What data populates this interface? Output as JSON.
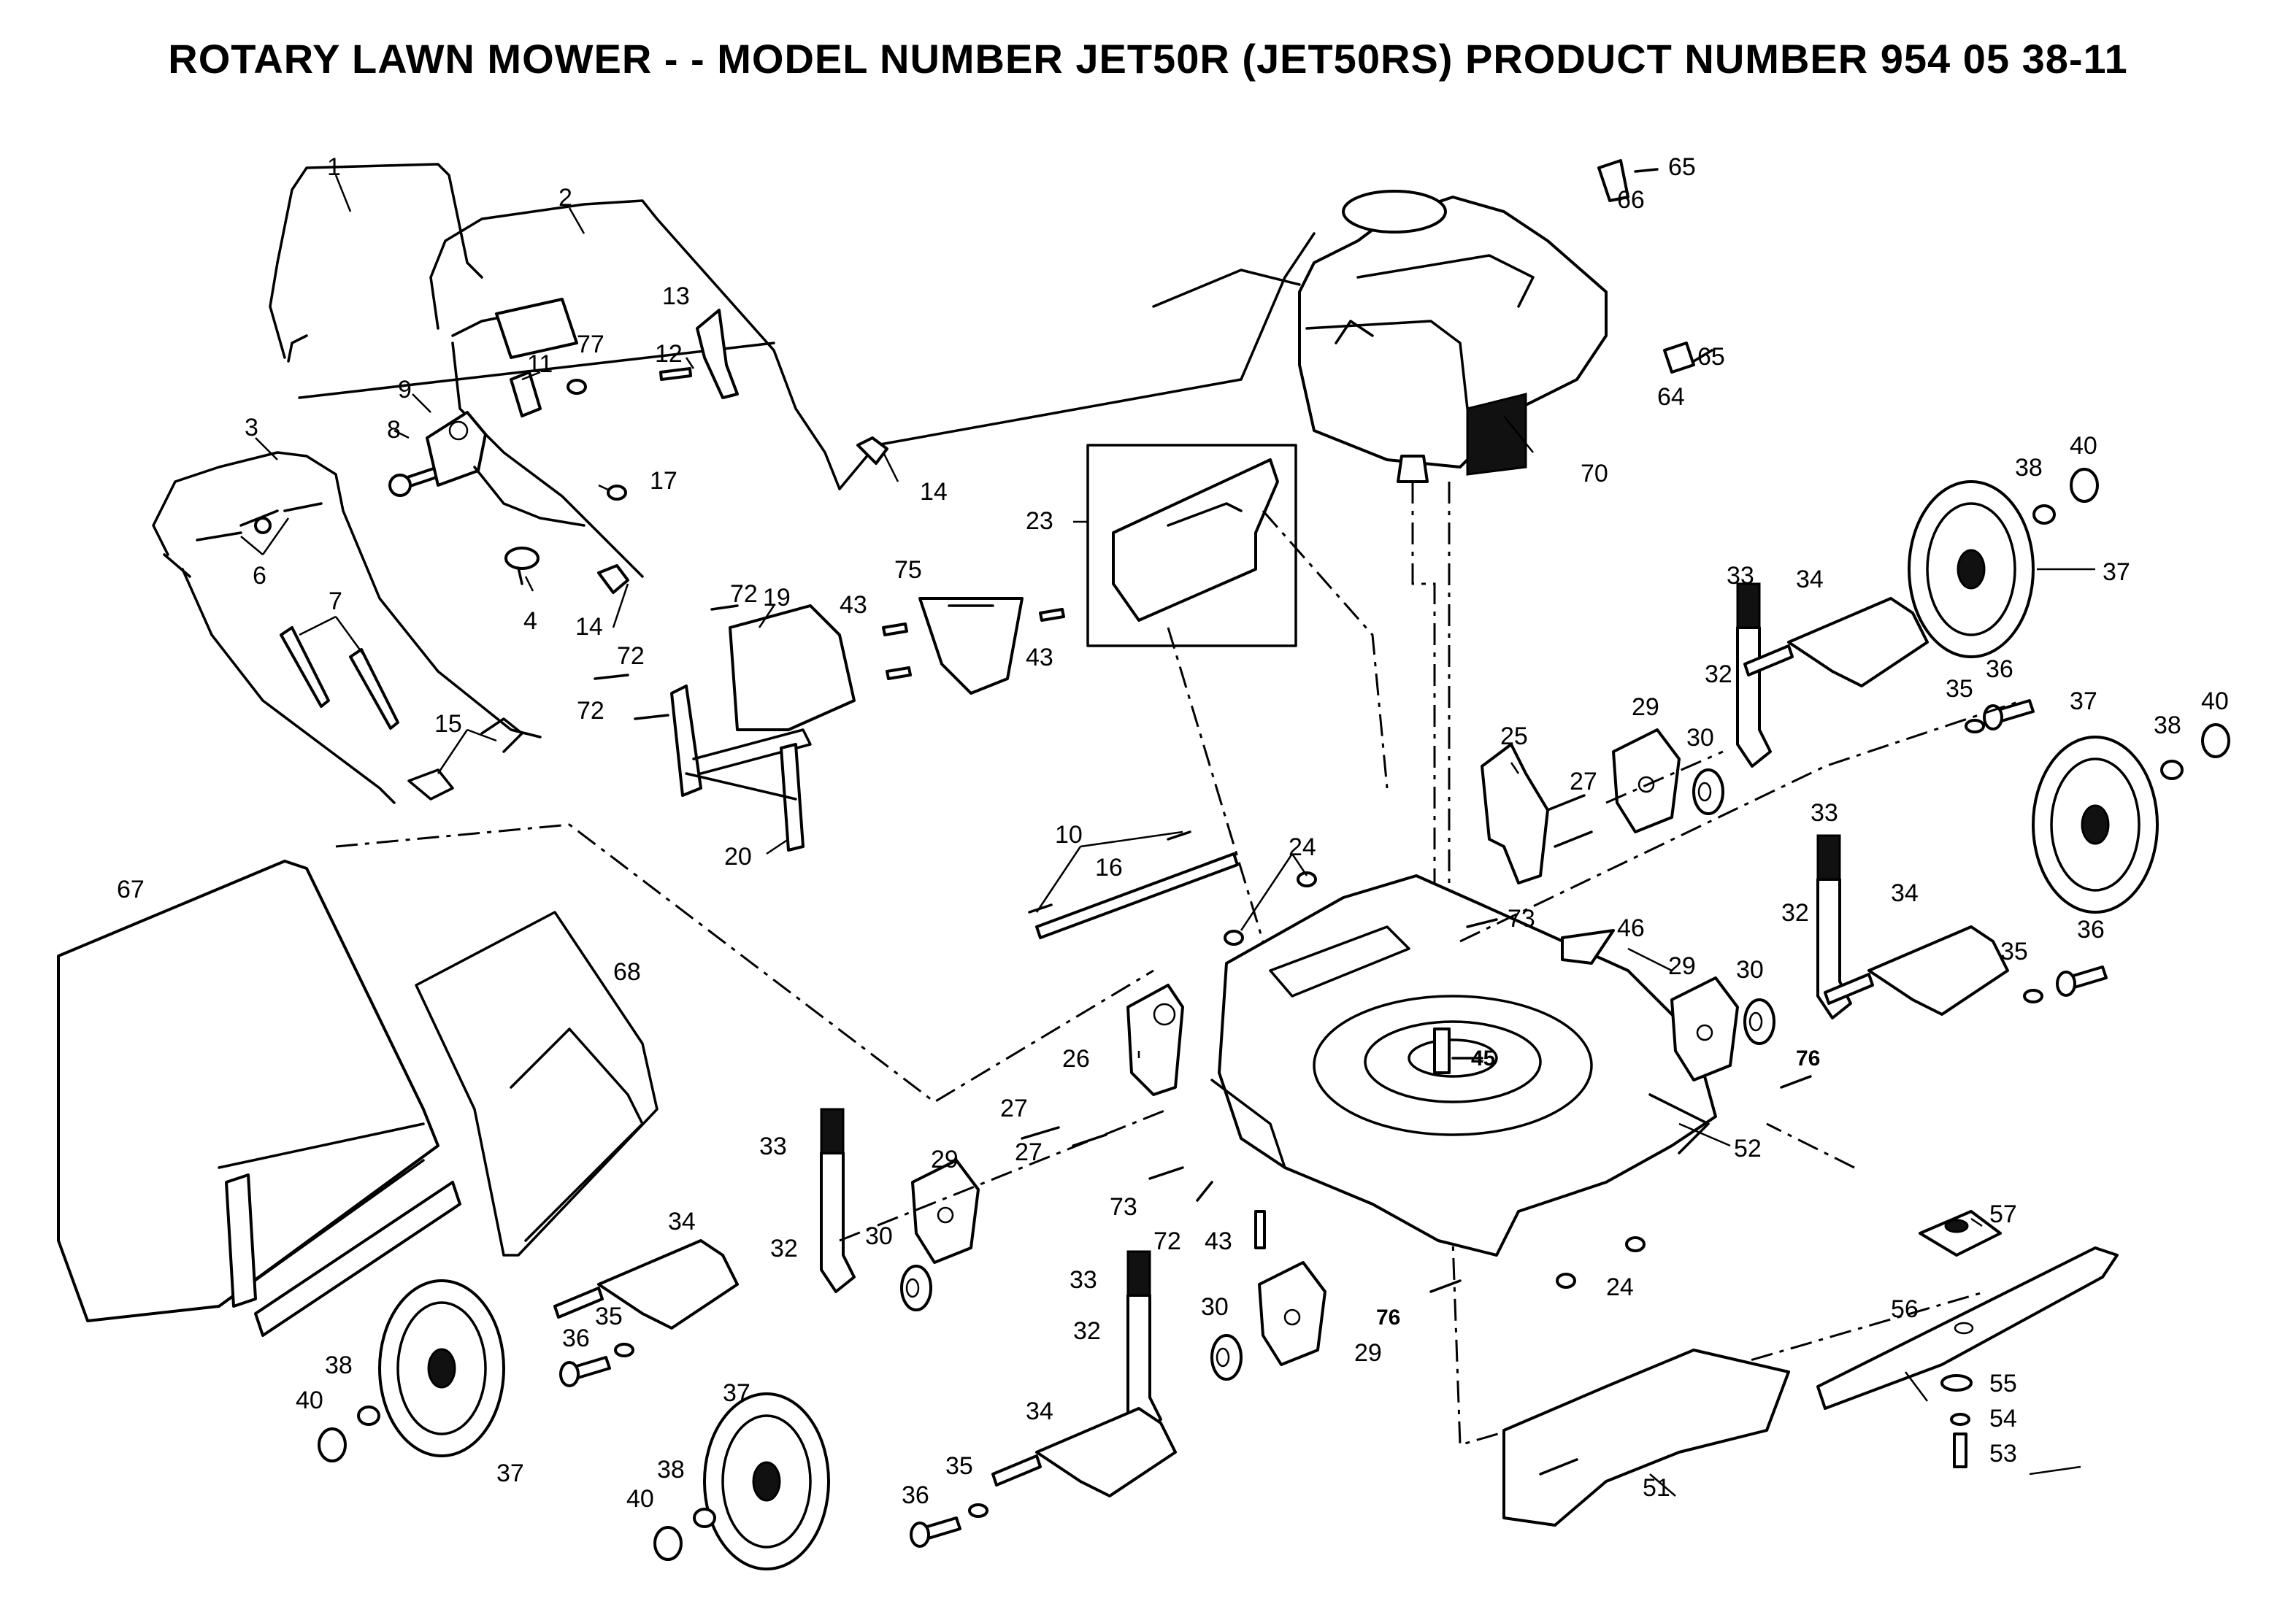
{
  "title": "ROTARY LAWN MOWER - - MODEL NUMBER JET50R  (JET50RS) PRODUCT NUMBER 954 05 38-11",
  "part_labels": [
    {
      "id": "p1",
      "text": "1"
    },
    {
      "id": "p2",
      "text": "2"
    },
    {
      "id": "p3",
      "text": "3"
    },
    {
      "id": "p4",
      "text": "4"
    },
    {
      "id": "p6",
      "text": "6"
    },
    {
      "id": "p7",
      "text": "7"
    },
    {
      "id": "p8",
      "text": "8"
    },
    {
      "id": "p9",
      "text": "9"
    },
    {
      "id": "p10",
      "text": "10"
    },
    {
      "id": "p11",
      "text": "11"
    },
    {
      "id": "p12",
      "text": "12"
    },
    {
      "id": "p13",
      "text": "13"
    },
    {
      "id": "p14a",
      "text": "14"
    },
    {
      "id": "p14b",
      "text": "14"
    },
    {
      "id": "p15",
      "text": "15"
    },
    {
      "id": "p16",
      "text": "16"
    },
    {
      "id": "p17",
      "text": "17"
    },
    {
      "id": "p19",
      "text": "19"
    },
    {
      "id": "p20",
      "text": "20"
    },
    {
      "id": "p23",
      "text": "23"
    },
    {
      "id": "p24a",
      "text": "24"
    },
    {
      "id": "p24b",
      "text": "24"
    },
    {
      "id": "p25",
      "text": "25"
    },
    {
      "id": "p26",
      "text": "26"
    },
    {
      "id": "p27a",
      "text": "27"
    },
    {
      "id": "p27b",
      "text": "27"
    },
    {
      "id": "p27c",
      "text": "27"
    },
    {
      "id": "p29a",
      "text": "29"
    },
    {
      "id": "p29b",
      "text": "29"
    },
    {
      "id": "p29c",
      "text": "29"
    },
    {
      "id": "p29d",
      "text": "29"
    },
    {
      "id": "p30a",
      "text": "30"
    },
    {
      "id": "p30b",
      "text": "30"
    },
    {
      "id": "p30c",
      "text": "30"
    },
    {
      "id": "p30d",
      "text": "30"
    },
    {
      "id": "p32a",
      "text": "32"
    },
    {
      "id": "p32b",
      "text": "32"
    },
    {
      "id": "p32c",
      "text": "32"
    },
    {
      "id": "p32d",
      "text": "32"
    },
    {
      "id": "p33a",
      "text": "33"
    },
    {
      "id": "p33b",
      "text": "33"
    },
    {
      "id": "p33c",
      "text": "33"
    },
    {
      "id": "p33d",
      "text": "33"
    },
    {
      "id": "p34a",
      "text": "34"
    },
    {
      "id": "p34b",
      "text": "34"
    },
    {
      "id": "p34c",
      "text": "34"
    },
    {
      "id": "p34d",
      "text": "34"
    },
    {
      "id": "p35a",
      "text": "35"
    },
    {
      "id": "p35b",
      "text": "35"
    },
    {
      "id": "p35c",
      "text": "35"
    },
    {
      "id": "p35d",
      "text": "35"
    },
    {
      "id": "p36a",
      "text": "36"
    },
    {
      "id": "p36b",
      "text": "36"
    },
    {
      "id": "p36c",
      "text": "36"
    },
    {
      "id": "p36d",
      "text": "36"
    },
    {
      "id": "p37a",
      "text": "37"
    },
    {
      "id": "p37b",
      "text": "37"
    },
    {
      "id": "p37c",
      "text": "37"
    },
    {
      "id": "p37d",
      "text": "37"
    },
    {
      "id": "p38a",
      "text": "38"
    },
    {
      "id": "p38b",
      "text": "38"
    },
    {
      "id": "p38c",
      "text": "38"
    },
    {
      "id": "p38d",
      "text": "38"
    },
    {
      "id": "p40a",
      "text": "40"
    },
    {
      "id": "p40b",
      "text": "40"
    },
    {
      "id": "p40c",
      "text": "40"
    },
    {
      "id": "p40d",
      "text": "40"
    },
    {
      "id": "p43a",
      "text": "43"
    },
    {
      "id": "p43b",
      "text": "43"
    },
    {
      "id": "p43c",
      "text": "43"
    },
    {
      "id": "p45",
      "text": "45"
    },
    {
      "id": "p46",
      "text": "46"
    },
    {
      "id": "p51",
      "text": "51"
    },
    {
      "id": "p52",
      "text": "52"
    },
    {
      "id": "p53",
      "text": "53"
    },
    {
      "id": "p54",
      "text": "54"
    },
    {
      "id": "p55",
      "text": "55"
    },
    {
      "id": "p56",
      "text": "56"
    },
    {
      "id": "p57",
      "text": "57"
    },
    {
      "id": "p64",
      "text": "64"
    },
    {
      "id": "p65a",
      "text": "65"
    },
    {
      "id": "p65b",
      "text": "65"
    },
    {
      "id": "p66",
      "text": "66"
    },
    {
      "id": "p67",
      "text": "67"
    },
    {
      "id": "p68",
      "text": "68"
    },
    {
      "id": "p70",
      "text": "70"
    },
    {
      "id": "p72a",
      "text": "72"
    },
    {
      "id": "p72b",
      "text": "72"
    },
    {
      "id": "p72c",
      "text": "72"
    },
    {
      "id": "p72d",
      "text": "72"
    },
    {
      "id": "p73a",
      "text": "73"
    },
    {
      "id": "p73b",
      "text": "73"
    },
    {
      "id": "p75",
      "text": "75"
    },
    {
      "id": "p76a",
      "text": "76"
    },
    {
      "id": "p76b",
      "text": "76"
    },
    {
      "id": "p77",
      "text": "77"
    }
  ]
}
